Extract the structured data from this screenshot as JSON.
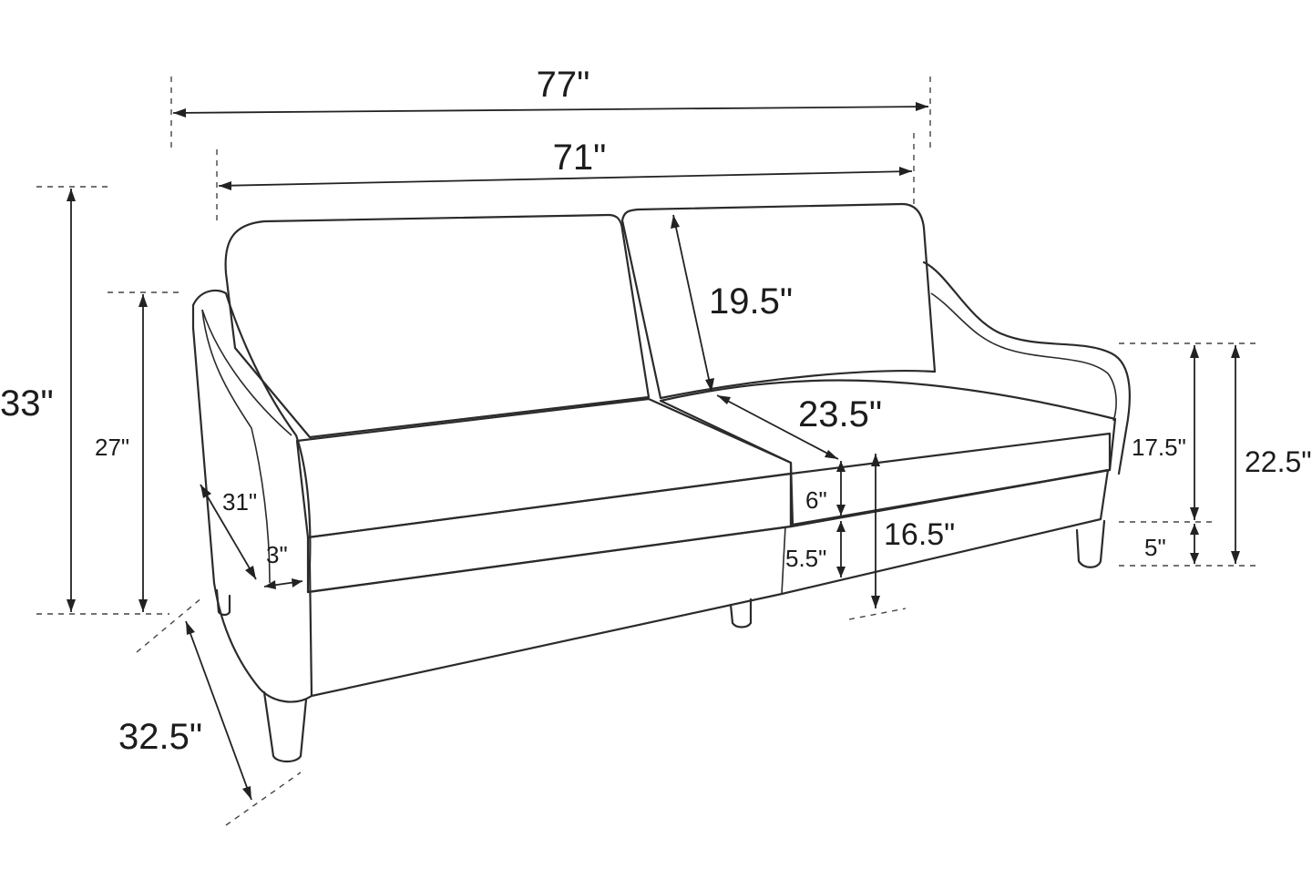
{
  "dimensions": {
    "overall_width": "77\"",
    "seat_width": "71\"",
    "overall_height": "33\"",
    "back_height": "27\"",
    "back_cushion": "19.5\"",
    "seat_depth": "23.5\"",
    "arm_depth": "31\"",
    "arm_width": "3\"",
    "cushion_thickness": "6\"",
    "base_height": "5.5\"",
    "seat_height": "16.5\"",
    "arm_rest_height": "17.5\"",
    "arm_height": "22.5\"",
    "leg_height": "5\"",
    "overall_depth": "32.5\""
  }
}
